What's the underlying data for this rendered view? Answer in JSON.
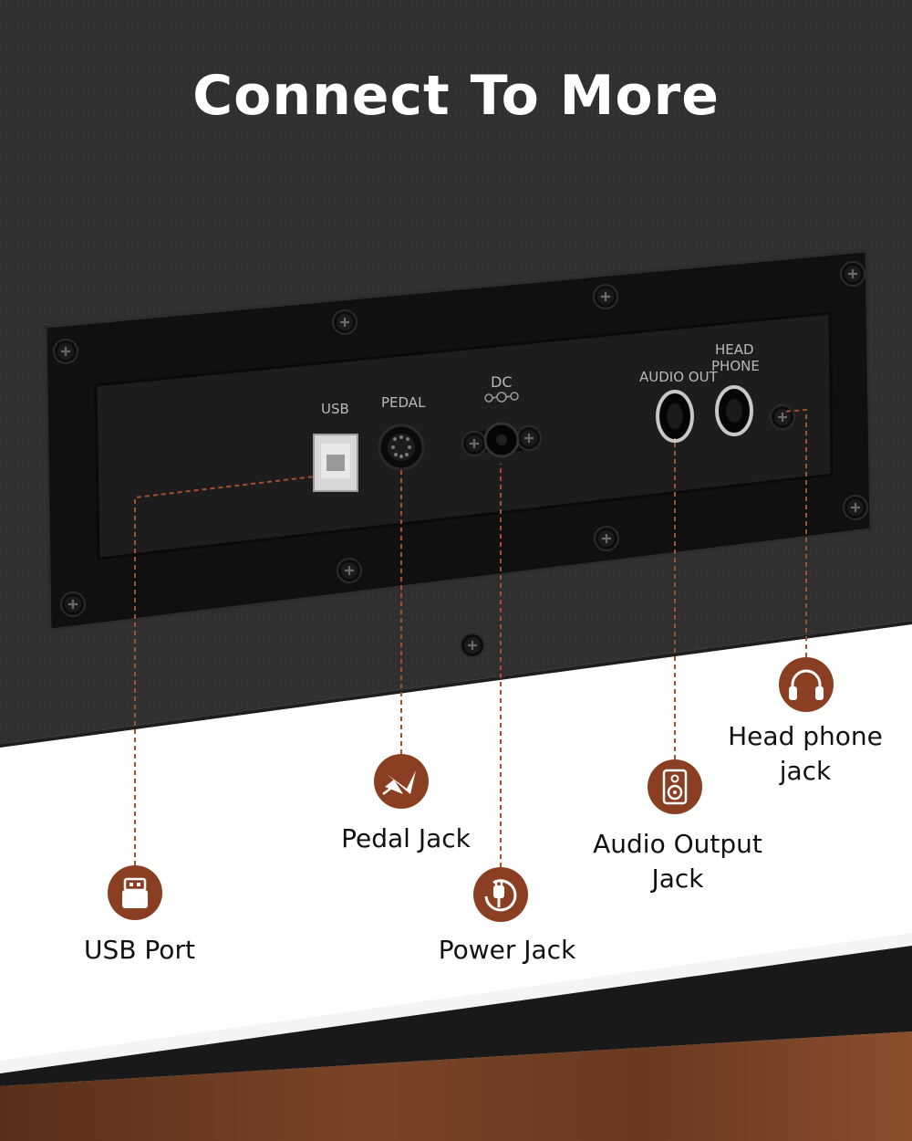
{
  "title": "Connect To More",
  "panel_labels": {
    "usb": "USB",
    "pedal": "PEDAL",
    "dc": "DC",
    "audio_out": "AUDIO OUT",
    "head": "HEAD",
    "phone": "PHONE"
  },
  "callouts": {
    "usb_port": {
      "label": "USB Port",
      "icon": "usb-plug-icon"
    },
    "pedal_jack": {
      "label": "Pedal Jack",
      "icon": "pedal-icon"
    },
    "power_jack": {
      "label": "Power Jack",
      "icon": "power-plug-icon"
    },
    "audio_output_jack": {
      "line1": "Audio Output",
      "line2": "Jack",
      "icon": "speaker-icon"
    },
    "headphone_jack": {
      "line1": "Head phone",
      "line2": "jack",
      "icon": "headphones-icon"
    }
  },
  "colors": {
    "accent": "#8a3f22",
    "leader": "#a4502c",
    "body": "#2f2f2f",
    "panel": "#141414",
    "wood": "#6b3a22",
    "label_text": "#111111"
  }
}
